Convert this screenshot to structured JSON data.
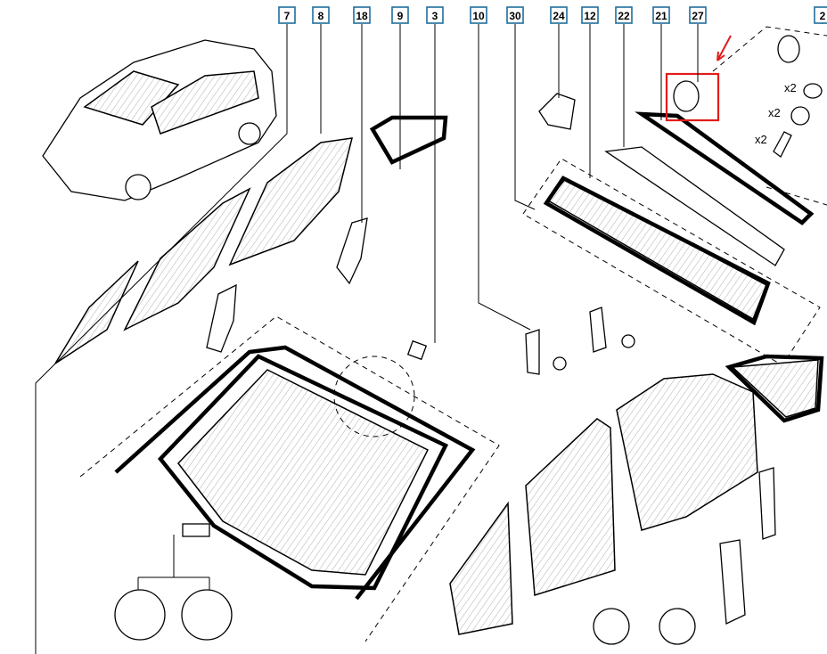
{
  "diagram": {
    "part_labels": [
      "7",
      "8",
      "18",
      "9",
      "3",
      "10",
      "30",
      "24",
      "12",
      "22",
      "21",
      "27",
      "2"
    ],
    "quantities": [
      "x2",
      "x2",
      "x2"
    ],
    "highlight_color": "#e31b1b",
    "label_border_color": "#1f6e9c",
    "highlighted_part": "27"
  }
}
